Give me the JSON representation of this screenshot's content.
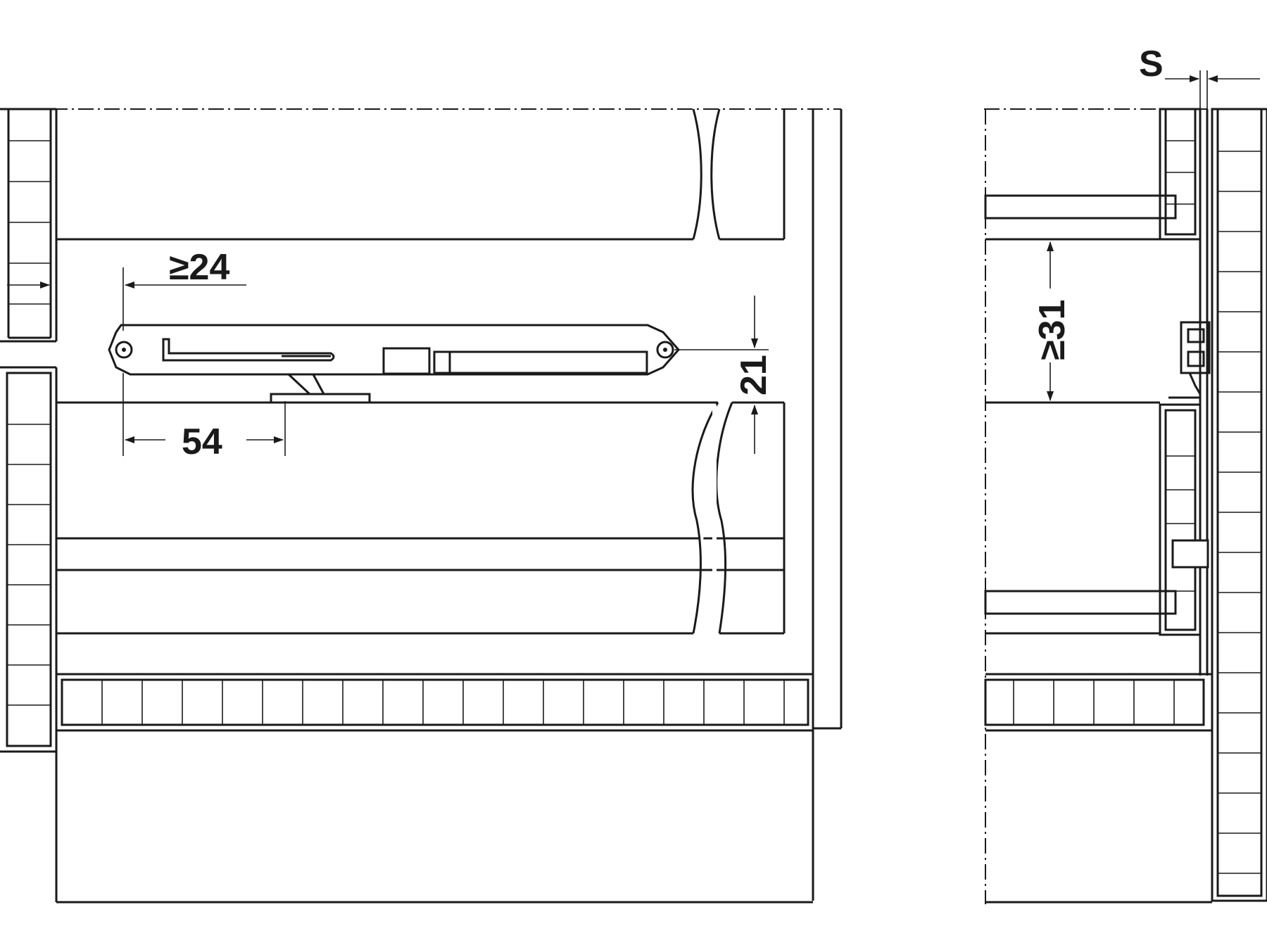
{
  "dimensions": {
    "min_24": "≥24",
    "d_54": "54",
    "d_21": "21",
    "min_31": "≥31",
    "s": "S"
  }
}
